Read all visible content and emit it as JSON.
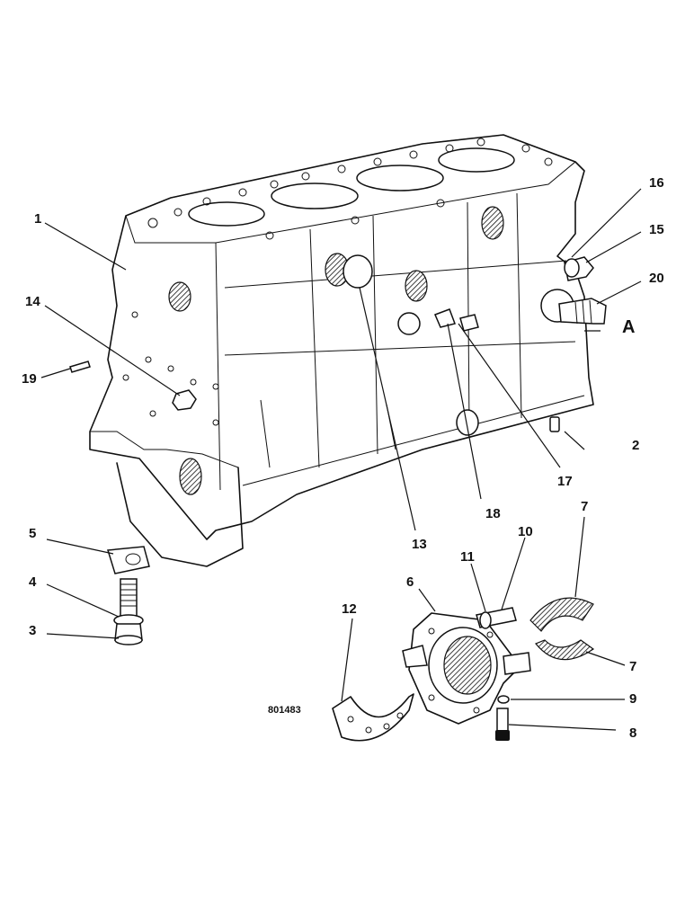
{
  "figure": {
    "reference_number": "801483",
    "view_marker": "A",
    "callouts": [
      "1",
      "2",
      "3",
      "4",
      "5",
      "6",
      "7",
      "7",
      "8",
      "9",
      "10",
      "11",
      "12",
      "13",
      "14",
      "15",
      "16",
      "17",
      "18",
      "19",
      "20"
    ]
  }
}
